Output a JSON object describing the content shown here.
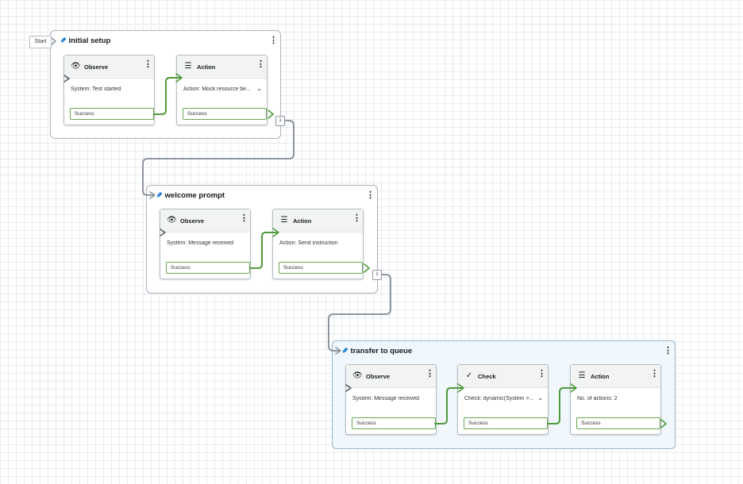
{
  "start_label": "Start",
  "groups": [
    {
      "title": "initial setup",
      "connector_count": "1",
      "cards": [
        {
          "type": "Observe",
          "icon": "eye-icon",
          "body": "System: Test started",
          "output": "Success"
        },
        {
          "type": "Action",
          "icon": "list-icon",
          "body": "Action: Mock resource be...",
          "output": "Success",
          "dropdown": true
        }
      ]
    },
    {
      "title": "welcome prompt",
      "connector_count": "1",
      "cards": [
        {
          "type": "Observe",
          "icon": "eye-icon",
          "body": "System: Message received",
          "output": "Success"
        },
        {
          "type": "Action",
          "icon": "list-icon",
          "body": "Action: Send instruction",
          "output": "Success"
        }
      ]
    },
    {
      "title": "transfer to queue",
      "selected": true,
      "cards": [
        {
          "type": "Observe",
          "icon": "eye-icon",
          "body": "System: Message received",
          "output": "Success"
        },
        {
          "type": "Check",
          "icon": "check-icon",
          "body": "Check: dynamic(System >...",
          "output": "Success",
          "dropdown": true
        },
        {
          "type": "Action",
          "icon": "list-icon",
          "body": "No. of actions: 2",
          "output": "Success"
        }
      ]
    }
  ],
  "colors": {
    "success_wire": "#4f9a3a",
    "group_wire": "#8d959e",
    "accent": "#0972d3"
  }
}
